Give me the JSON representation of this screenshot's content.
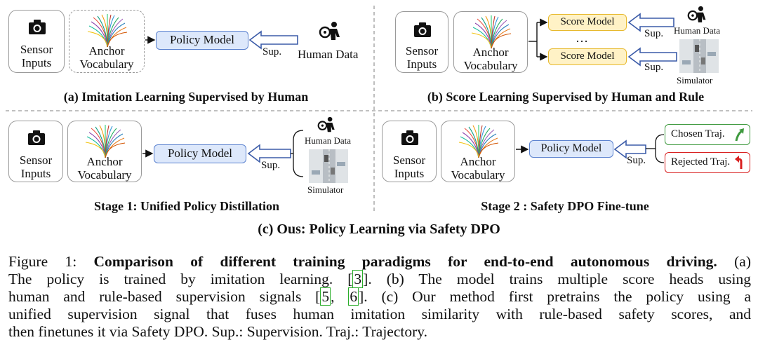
{
  "labels": {
    "sensor_inputs": "Sensor Inputs",
    "anchor_vocabulary": "Anchor Vocabulary",
    "policy_model": "Policy Model",
    "score_model": "Score Model",
    "ellipsis": "…",
    "sup": "Sup.",
    "human_data": "Human Data",
    "simulator": "Simulator",
    "chosen_traj": "Chosen Traj.",
    "rejected_traj": "Rejected Traj."
  },
  "panels": {
    "a_title": "(a) Imitation Learning Supervised by Human",
    "b_title": "(b) Score Learning Supervised by Human and Rule",
    "stage1_title": "Stage 1: Unified Policy Distillation",
    "stage2_title": "Stage 2 : Safety DPO Fine-tune",
    "c_title": "(c) Ous: Policy Learning via Safety DPO"
  },
  "caption": {
    "prefix": "Figure 1: ",
    "bold": "Comparison of different training paradigms for end-to-end autonomous driving.",
    "a": " (a)",
    "line2_pre": "The policy is trained by imitation learning. [",
    "cite1": "3",
    "line2_post": "]. (b) The model trains multiple score heads using",
    "line3_pre": "human and rule-based supervision signals [",
    "cite2": "5",
    "comma": ", ",
    "cite3": "6",
    "line3_post": "]. (c) Our method first pretrains the policy using a",
    "line4": "unified supervision signal that fuses human imitation similarity with rule-based safety scores, and",
    "line5": "then finetunes it via Safety DPO. Sup.: Supervision. Traj.: Trajectory."
  },
  "colors": {
    "policy_fill": "#dde8fb",
    "policy_border": "#5b82cf",
    "score_fill": "#fff2c6",
    "score_border": "#e7b92e",
    "chosen": "#3f9a3f",
    "rejected": "#d92020",
    "citation_box": "#2aad2a"
  }
}
